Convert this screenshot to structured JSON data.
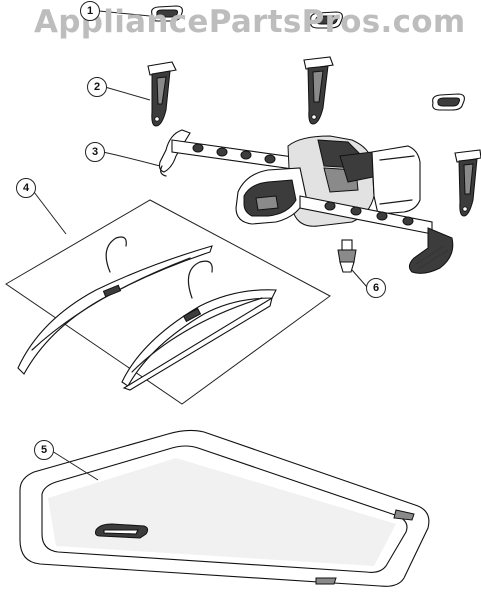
{
  "watermark": "AppliancePartsPros.com",
  "callouts": [
    {
      "id": "1",
      "label": "1"
    },
    {
      "id": "2",
      "label": "2"
    },
    {
      "id": "3",
      "label": "3"
    },
    {
      "id": "4",
      "label": "4"
    },
    {
      "id": "5",
      "label": "5"
    },
    {
      "id": "6",
      "label": "6"
    }
  ]
}
